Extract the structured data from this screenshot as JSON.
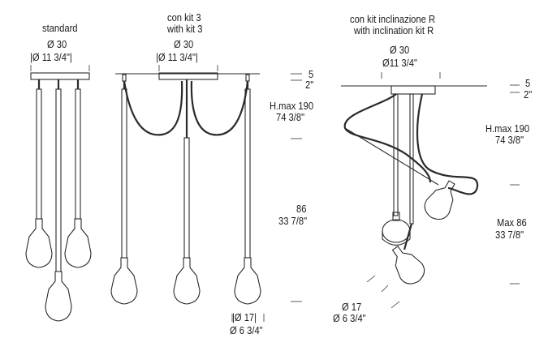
{
  "variants": {
    "standard": {
      "title": "standard",
      "diameter_cm": "Ø 30",
      "diameter_in": "|Ø 11 3/4\"|"
    },
    "kit3": {
      "title_line1": "con kit 3",
      "title_line2": "with kit 3",
      "diameter_cm": "Ø 30",
      "diameter_in": "|Ø 11 3/4\"|"
    },
    "kitR": {
      "title_line1": "con kit inclinazione R",
      "title_line2": "with inclination kit R",
      "diameter_cm": "Ø 30",
      "diameter_in": "Ø11 3/4\""
    }
  },
  "dimensions_center": {
    "canopy_cm": "5",
    "canopy_in": "2\"",
    "hmax_cm": "H.max 190",
    "hmax_in": "74 3/8\"",
    "body_cm": "86",
    "body_in": "33 7/8\"",
    "shade_cm": "|Ø 17|",
    "shade_in": "Ø 6 3/4\""
  },
  "dimensions_right": {
    "canopy_cm": "5",
    "canopy_in": "2\"",
    "hmax_cm": "H.max 190",
    "hmax_in": "74 3/8\"",
    "body_cm": "Max 86",
    "body_in": "33 7/8\"",
    "shade_cm": "Ø 17",
    "shade_in": "Ø 6 3/4\""
  }
}
